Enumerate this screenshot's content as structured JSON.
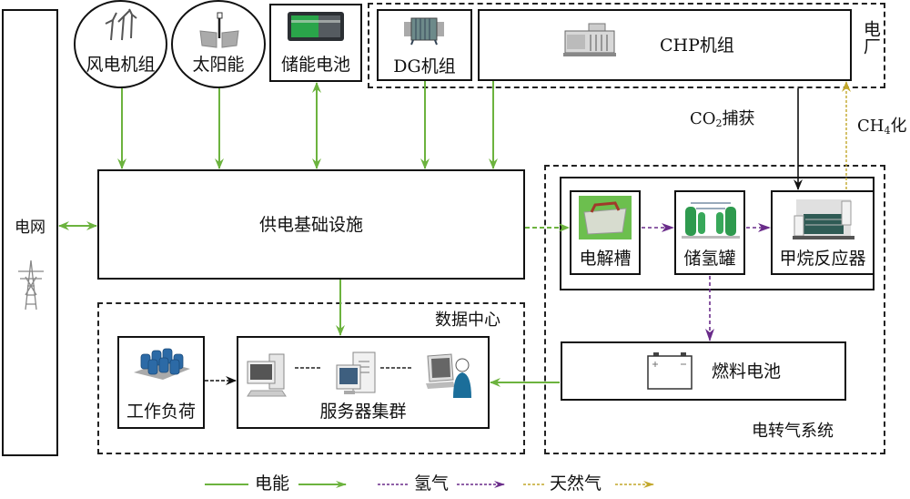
{
  "grid": {
    "label": "电网",
    "icon": "transmission-tower-icon"
  },
  "sources": [
    {
      "label": "风电机组",
      "icon": "wind-turbine-icon"
    },
    {
      "label": "太阳能",
      "icon": "solar-panel-icon"
    },
    {
      "label": "储能电池",
      "icon": "battery-icon"
    }
  ],
  "power_plant": {
    "label": "电厂",
    "units": [
      {
        "label": "DG机组",
        "icon": "generator-icon"
      },
      {
        "label": "CHP机组",
        "icon": "chp-unit-icon"
      }
    ]
  },
  "supply": {
    "label": "供电基础设施"
  },
  "data_center": {
    "label": "数据中心",
    "workload": {
      "label": "工作负荷",
      "icon": "database-cluster-icon"
    },
    "servers": {
      "label": "服务器集群",
      "icons": [
        "computer-icon",
        "server-icon",
        "laptop-user-icon"
      ]
    }
  },
  "p2g": {
    "label": "电转气系统",
    "electrolyzer": {
      "label": "电解槽",
      "icon": "electrolyzer-icon"
    },
    "h2_tank": {
      "label": "储氢罐",
      "icon": "hydrogen-tank-icon"
    },
    "methane_reactor": {
      "label": "甲烷反应器",
      "icon": "reactor-icon"
    },
    "fuel_cell": {
      "label": "燃料电池",
      "icon": "fuel-cell-battery-icon"
    }
  },
  "flows": {
    "co2": {
      "prefix": "CO",
      "sub": "2",
      "suffix": "捕获"
    },
    "ch4": {
      "prefix": "CH",
      "sub": "4",
      "suffix": "化"
    }
  },
  "legend": [
    {
      "label": "电能",
      "color": "#6cb33e",
      "style": "solid"
    },
    {
      "label": "氢气",
      "color": "#6a2c8a",
      "style": "dashed"
    },
    {
      "label": "天然气",
      "color": "#c2a72a",
      "style": "dashed"
    }
  ],
  "colors": {
    "electric": "#6cb33e",
    "hydrogen": "#6a2c8a",
    "gas": "#c2a72a",
    "co2": "#111111"
  }
}
